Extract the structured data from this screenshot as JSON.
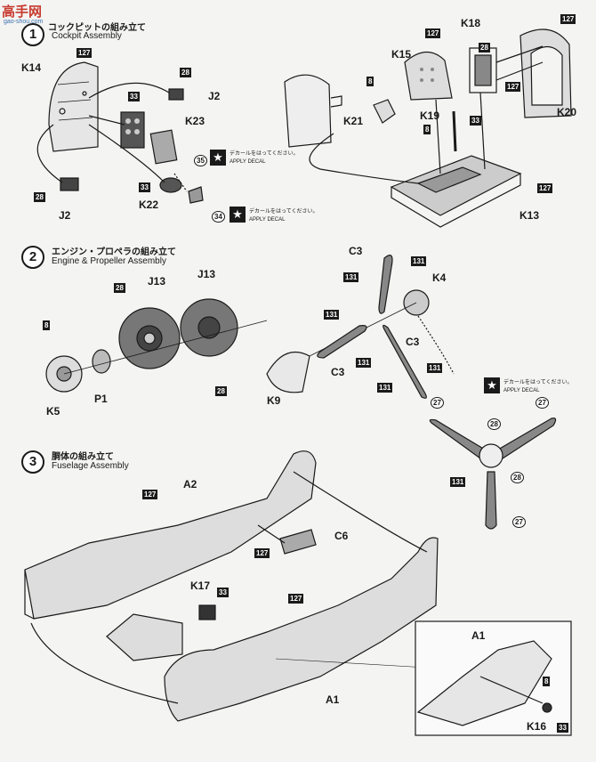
{
  "watermark": {
    "cn": "高手网",
    "url": "gao-shou.com"
  },
  "steps": [
    {
      "num": "1",
      "jp": "コックピットの組み立て",
      "en": "Cockpit Assembly"
    },
    {
      "num": "2",
      "jp": "エンジン・プロペラの組み立て",
      "en": "Engine & Propeller Assembly"
    },
    {
      "num": "3",
      "jp": "胴体の組み立て",
      "en": "Fuselage Assembly"
    }
  ],
  "decal_note": {
    "jp": "デカールをはってください。",
    "en": "APPLY DECAL",
    "star": "★"
  },
  "parts": {
    "K14": "K14",
    "J2": "J2",
    "K23": "K23",
    "K22": "K22",
    "K21": "K21",
    "K15": "K15",
    "K18": "K18",
    "K19": "K19",
    "K20": "K20",
    "K13": "K13",
    "J13": "J13",
    "P1": "P1",
    "K5": "K5",
    "K9": "K9",
    "C3": "C3",
    "K4": "K4",
    "A2": "A2",
    "C6": "C6",
    "K17": "K17",
    "A1": "A1",
    "K16": "K16"
  },
  "colors": {
    "c127": "127",
    "c28": "28",
    "c33": "33",
    "c35": "35",
    "c34": "34",
    "c8": "8",
    "c131": "131",
    "c27": "27"
  }
}
